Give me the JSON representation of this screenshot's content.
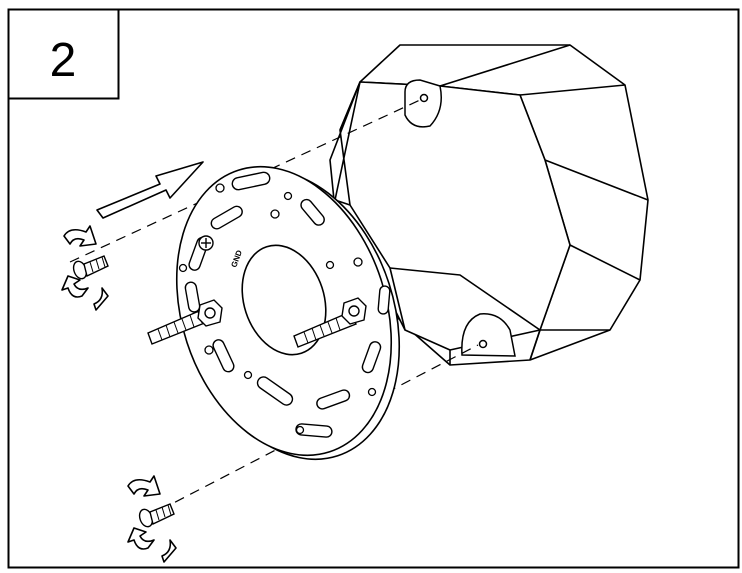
{
  "step": {
    "number": "2"
  },
  "colors": {
    "line": "#000000",
    "background": "#ffffff"
  },
  "parts": {
    "octagon_box": "octagonal-electrical-box",
    "mounting_plate": "round-mounting-plate",
    "mounting_studs": "threaded-mounting-studs",
    "screws": "mounting-screws",
    "ground_screw": "ground-screw",
    "direction_arrow": "direction-arrow",
    "rotation_arrows": "rotation-arrows"
  },
  "plate_marking": "GND"
}
